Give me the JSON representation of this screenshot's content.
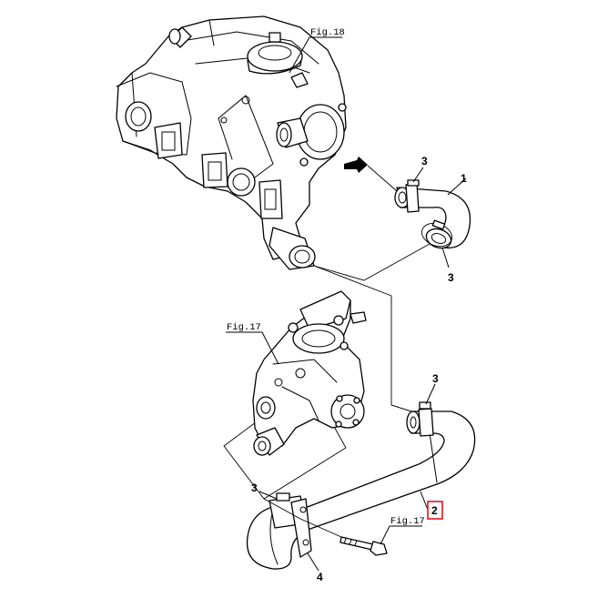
{
  "figure_refs": {
    "upper": "Fig.18",
    "pump": "Fig.17",
    "bolt": "Fig.17"
  },
  "callouts": {
    "hose_upper": "1",
    "hose_lower": "2",
    "clamp_a": "3",
    "clamp_b": "3",
    "clamp_c": "3",
    "clamp_d": "3",
    "bracket": "4"
  },
  "colors": {
    "line": "#000000",
    "highlight": "#e8101a",
    "background": "#ffffff"
  },
  "highlighted_callout": "2"
}
